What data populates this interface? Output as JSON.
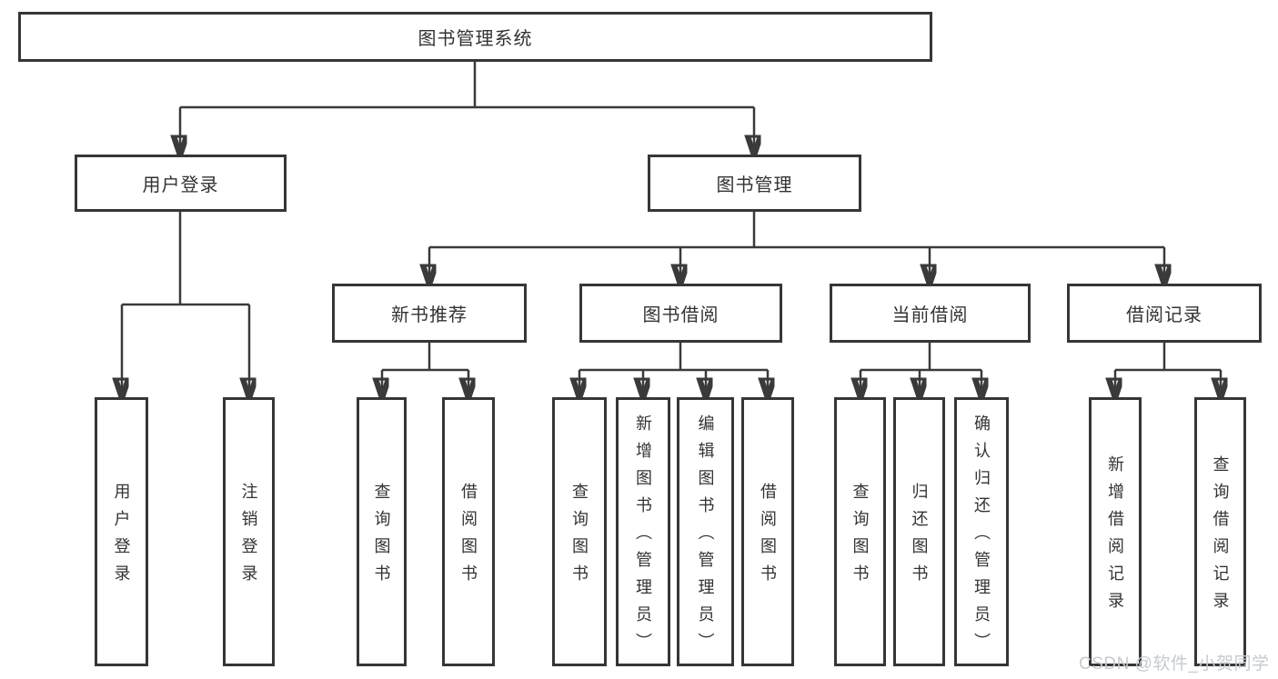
{
  "tree": {
    "root": "图书管理系统",
    "branches": [
      {
        "label": "用户登录",
        "children": [
          {
            "label": "用户登录"
          },
          {
            "label": "注销登录"
          }
        ]
      },
      {
        "label": "图书管理",
        "children": [
          {
            "label": "新书推荐",
            "children": [
              {
                "label": "查询图书"
              },
              {
                "label": "借阅图书"
              }
            ]
          },
          {
            "label": "图书借阅",
            "children": [
              {
                "label": "查询图书"
              },
              {
                "label": "新增图书（管理员）"
              },
              {
                "label": "编辑图书（管理员）"
              },
              {
                "label": "借阅图书"
              }
            ]
          },
          {
            "label": "当前借阅",
            "children": [
              {
                "label": "查询图书"
              },
              {
                "label": "归还图书"
              },
              {
                "label": "确认归还（管理员）"
              }
            ]
          },
          {
            "label": "借阅记录",
            "children": [
              {
                "label": "新增借阅记录"
              },
              {
                "label": "查询借阅记录"
              }
            ]
          }
        ]
      }
    ]
  },
  "watermark": "CSDN @软件_小贺同学",
  "colors": {
    "box_border": "#363636",
    "connector": "#3a3a3a",
    "text": "#333333",
    "watermark_text": "#c6cad0",
    "background": "#ffffff"
  }
}
